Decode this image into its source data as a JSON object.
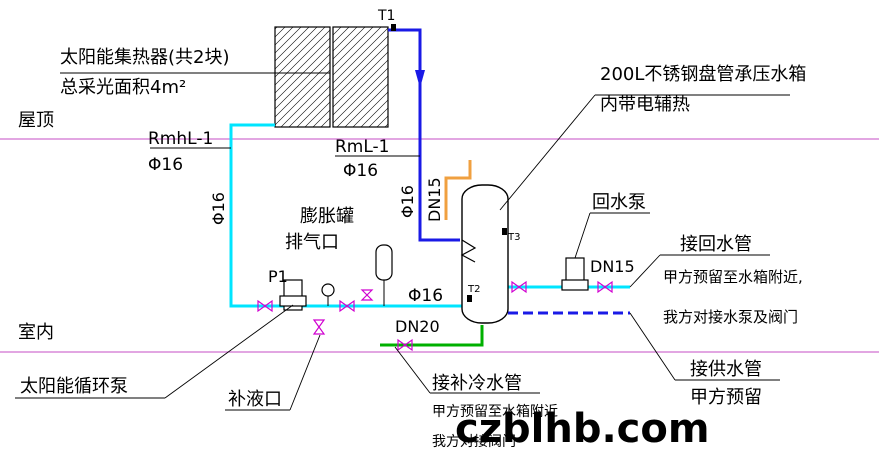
{
  "labels": {
    "collector_name": "太阳能集热器(共2块)",
    "collector_area": "总采光面积4m²",
    "roof": "屋顶",
    "indoor": "室内",
    "t1": "T1",
    "t2": "T2",
    "t3": "T3",
    "p1": "P1",
    "rmhl": "RmhL-1",
    "rmhl_dia": "Φ16",
    "rml": "RmL-1",
    "rml_dia": "Φ16",
    "left_riser_dia": "Φ16",
    "center_riser_dia": "Φ16",
    "horizontal_dia": "Φ16",
    "dn15_vertical": "DN15",
    "dn15_pump": "DN15",
    "dn20": "DN20",
    "tank_line1": "200L不锈钢盘管承压水箱",
    "tank_line2": "内带电辅热",
    "expansion_tank": "膨胀罐",
    "exhaust": "排气口",
    "return_pump": "回水泵",
    "return_pipe": "接回水管",
    "return_note1": "甲方预留至水箱附近,",
    "return_note2": "我方对接水泵及阀门",
    "supply_pipe": "接供水管",
    "supply_note": "甲方预留",
    "cold_pipe": "接补冷水管",
    "cold_note1": "甲方预留至水箱附近",
    "cold_note2": "我方对接阀门",
    "circ_pump": "太阳能循环泵",
    "fill_port": "补液口",
    "watermark": "czblhb.com"
  },
  "colors": {
    "floor_line": "#d070d0",
    "cyan_pipe": "#00e5ff",
    "blue_pipe": "#1a1ae6",
    "orange_pipe": "#f0a040",
    "green_pipe": "#00b000",
    "valve": "#d000d0",
    "leader": "#000000"
  }
}
